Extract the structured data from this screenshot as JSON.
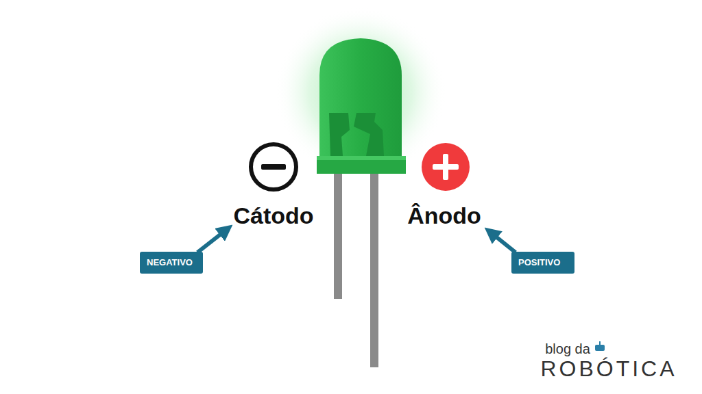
{
  "diagram": {
    "nodes": [
      {
        "text": [
          "NEGATIVO"
        ]
      },
      {
        "text": [
          "POSITIVO"
        ]
      }
    ],
    "labels": [
      "Cátodo",
      "Ânodo",
      "blog da",
      "ROBÓTICA"
    ]
  }
}
